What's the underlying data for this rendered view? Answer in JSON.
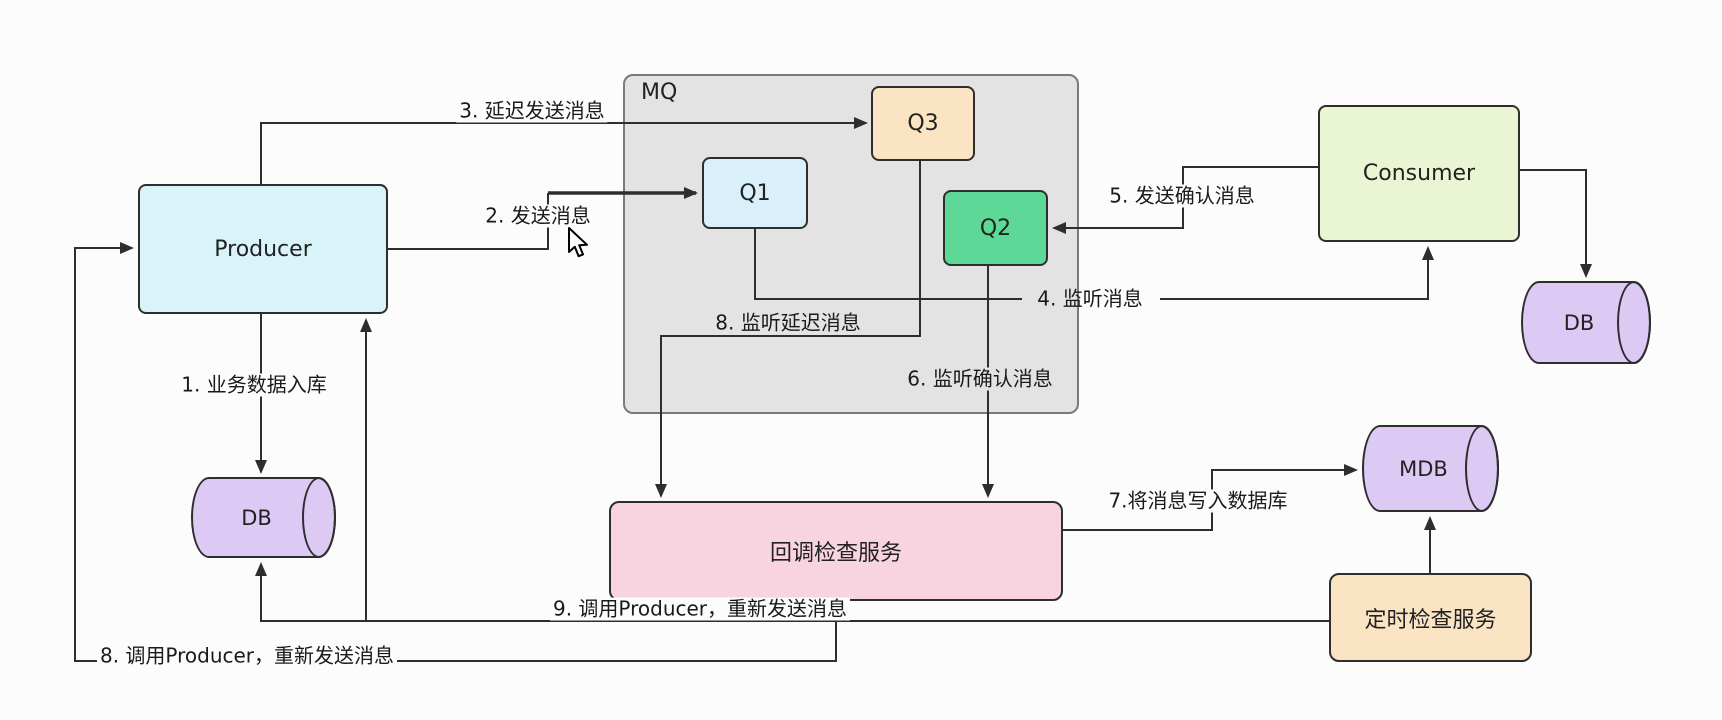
{
  "diagram": {
    "background": "#fcfcfc",
    "line_color": "#333333",
    "mq_fill": "#e3e3e3"
  },
  "nodes": {
    "producer": {
      "label": "Producer",
      "fill": "#d9f4f9"
    },
    "mq": {
      "label": "MQ",
      "fill": "#e3e3e3"
    },
    "q1": {
      "label": "Q1",
      "fill": "#d9f0fa"
    },
    "q2": {
      "label": "Q2",
      "fill": "#5ed897"
    },
    "q3": {
      "label": "Q3",
      "fill": "#fbe4c4"
    },
    "consumer": {
      "label": "Consumer",
      "fill": "#eaf5d3"
    },
    "db_left": {
      "label": "DB",
      "fill": "#dccaf5"
    },
    "db_right": {
      "label": "DB",
      "fill": "#dccaf5"
    },
    "mdb": {
      "label": "MDB",
      "fill": "#dccaf5"
    },
    "callback_service": {
      "label": "回调检查服务",
      "fill": "#f8d3e0"
    },
    "timer_service": {
      "label": "定时检查服务",
      "fill": "#fbe4c4"
    }
  },
  "edge_labels": {
    "e1": "1. 业务数据入库",
    "e2": "2. 发送消息",
    "e3": "3. 延迟发送消息",
    "e4": "4. 监听消息",
    "e5": "5. 发送确认消息",
    "e6": "6. 监听确认消息",
    "e7": "7.将消息写入数据库",
    "e8_listen": "8. 监听延迟消息",
    "e8_call": "8. 调用Producer，重新发送消息",
    "e9": "9. 调用Producer，重新发送消息"
  },
  "icons": {
    "cursor": "mouse-pointer"
  }
}
